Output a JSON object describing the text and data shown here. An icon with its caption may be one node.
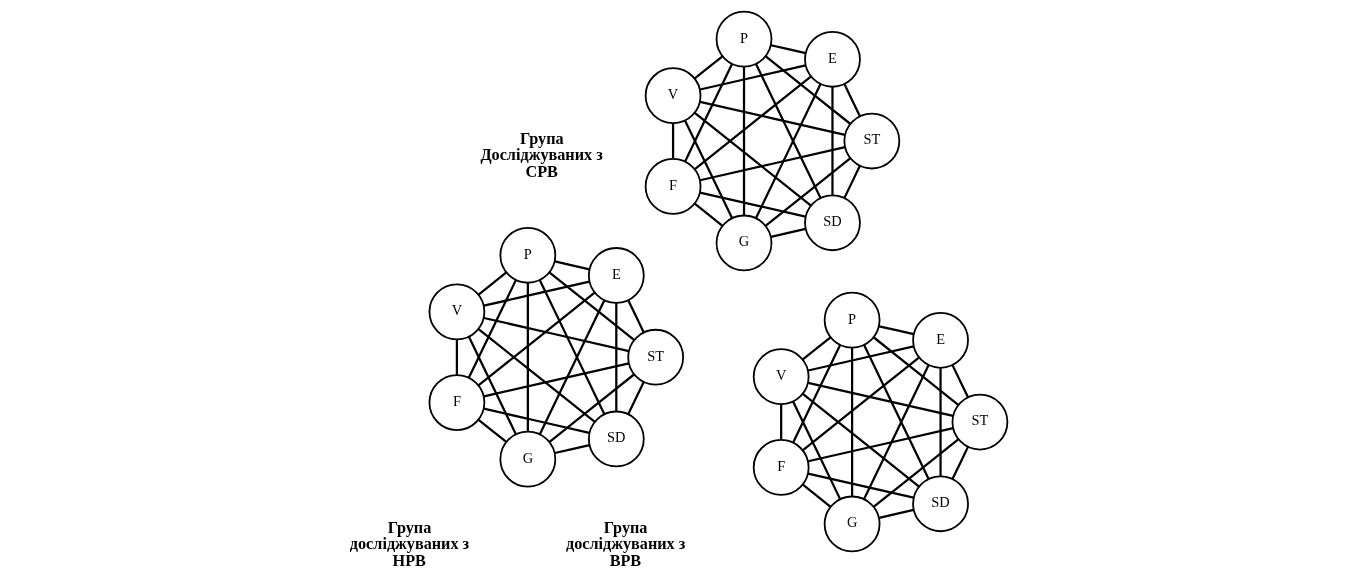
{
  "diagram": {
    "nodes": [
      {
        "text": [
          "SD"
        ]
      },
      {
        "text": [
          "G"
        ]
      },
      {
        "text": [
          "ST"
        ]
      },
      {
        "text": [
          "E"
        ]
      },
      {
        "text": [
          "F"
        ]
      },
      {
        "text": [
          "P"
        ]
      },
      {
        "text": [
          "V"
        ]
      },
      {
        "text": [
          "SD"
        ]
      },
      {
        "text": [
          "G"
        ]
      },
      {
        "text": [
          "ST"
        ]
      },
      {
        "text": [
          "E"
        ]
      },
      {
        "text": [
          "F"
        ]
      },
      {
        "text": [
          "P"
        ]
      },
      {
        "text": [
          "V"
        ]
      },
      {
        "text": [
          "SD"
        ]
      },
      {
        "text": [
          "G"
        ]
      },
      {
        "text": [
          "ST"
        ]
      },
      {
        "text": [
          "E"
        ]
      },
      {
        "text": [
          "F"
        ]
      },
      {
        "text": [
          "P"
        ]
      },
      {
        "text": [
          "V"
        ]
      }
    ],
    "edges": [
      {
        "from": 0,
        "to": 2,
        "arrow": "none"
      },
      {
        "from": 2,
        "to": 4,
        "arrow": "none"
      },
      {
        "from": 4,
        "to": 6,
        "arrow": "none"
      },
      {
        "from": 6,
        "to": 5,
        "arrow": "none"
      },
      {
        "from": 5,
        "to": 3,
        "arrow": "none"
      },
      {
        "from": 3,
        "to": 1,
        "arrow": "none"
      },
      {
        "from": 1,
        "to": 0,
        "arrow": "none"
      },
      {
        "from": 0,
        "to": 4,
        "arrow": "none"
      },
      {
        "from": 0,
        "to": 6,
        "arrow": "none"
      },
      {
        "from": 0,
        "to": 5,
        "arrow": "none"
      },
      {
        "from": 0,
        "to": 3,
        "arrow": "none"
      },
      {
        "from": 2,
        "to": 6,
        "arrow": "none"
      },
      {
        "from": 2,
        "to": 5,
        "arrow": "none"
      },
      {
        "from": 2,
        "to": 3,
        "arrow": "none"
      },
      {
        "from": 2,
        "to": 1,
        "arrow": "none"
      },
      {
        "from": 4,
        "to": 5,
        "arrow": "none"
      },
      {
        "from": 4,
        "to": 3,
        "arrow": "none"
      },
      {
        "from": 4,
        "to": 1,
        "arrow": "none"
      },
      {
        "from": 6,
        "to": 3,
        "arrow": "none"
      },
      {
        "from": 6,
        "to": 1,
        "arrow": "none"
      },
      {
        "from": 5,
        "to": 1,
        "arrow": "none"
      },
      {
        "from": 7,
        "to": 9,
        "arrow": "none"
      },
      {
        "from": 9,
        "to": 11,
        "arrow": "none"
      },
      {
        "from": 11,
        "to": 13,
        "arrow": "none"
      },
      {
        "from": 13,
        "to": 12,
        "arrow": "none"
      },
      {
        "from": 12,
        "to": 10,
        "arrow": "none"
      },
      {
        "from": 10,
        "to": 8,
        "arrow": "none"
      },
      {
        "from": 8,
        "to": 7,
        "arrow": "none"
      },
      {
        "from": 7,
        "to": 11,
        "arrow": "none"
      },
      {
        "from": 7,
        "to": 13,
        "arrow": "none"
      },
      {
        "from": 7,
        "to": 12,
        "arrow": "none"
      },
      {
        "from": 7,
        "to": 10,
        "arrow": "none"
      },
      {
        "from": 9,
        "to": 13,
        "arrow": "none"
      },
      {
        "from": 9,
        "to": 12,
        "arrow": "none"
      },
      {
        "from": 9,
        "to": 10,
        "arrow": "none"
      },
      {
        "from": 9,
        "to": 8,
        "arrow": "none"
      },
      {
        "from": 11,
        "to": 12,
        "arrow": "none"
      },
      {
        "from": 11,
        "to": 10,
        "arrow": "none"
      },
      {
        "from": 11,
        "to": 8,
        "arrow": "none"
      },
      {
        "from": 13,
        "to": 10,
        "arrow": "none"
      },
      {
        "from": 13,
        "to": 8,
        "arrow": "none"
      },
      {
        "from": 12,
        "to": 8,
        "arrow": "none"
      },
      {
        "from": 14,
        "to": 16,
        "arrow": "none"
      },
      {
        "from": 16,
        "to": 18,
        "arrow": "none"
      },
      {
        "from": 18,
        "to": 20,
        "arrow": "none"
      },
      {
        "from": 20,
        "to": 19,
        "arrow": "none"
      },
      {
        "from": 19,
        "to": 17,
        "arrow": "none"
      },
      {
        "from": 17,
        "to": 15,
        "arrow": "none"
      },
      {
        "from": 15,
        "to": 14,
        "arrow": "none"
      },
      {
        "from": 14,
        "to": 18,
        "arrow": "none"
      },
      {
        "from": 14,
        "to": 20,
        "arrow": "none"
      },
      {
        "from": 14,
        "to": 19,
        "arrow": "none"
      },
      {
        "from": 14,
        "to": 17,
        "arrow": "none"
      },
      {
        "from": 16,
        "to": 20,
        "arrow": "none"
      },
      {
        "from": 16,
        "to": 19,
        "arrow": "none"
      },
      {
        "from": 16,
        "to": 17,
        "arrow": "none"
      },
      {
        "from": 16,
        "to": 15,
        "arrow": "none"
      },
      {
        "from": 18,
        "to": 19,
        "arrow": "none"
      },
      {
        "from": 18,
        "to": 17,
        "arrow": "none"
      },
      {
        "from": 18,
        "to": 15,
        "arrow": "none"
      },
      {
        "from": 20,
        "to": 17,
        "arrow": "none"
      },
      {
        "from": 20,
        "to": 15,
        "arrow": "none"
      },
      {
        "from": 19,
        "to": 15,
        "arrow": "none"
      }
    ],
    "labels": [
      "Група досліджуваних з ВРВ",
      "Група досліджуваних з НРВ",
      "Група Досліджуваних з СРВ"
    ]
  }
}
